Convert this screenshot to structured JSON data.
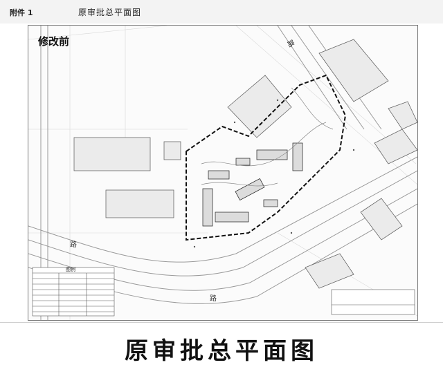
{
  "header": {
    "attachment_label": "附件 1",
    "doc_title": "原审批总平面图"
  },
  "plan": {
    "stage_label": "修改前",
    "legend_title": "图例",
    "road_names": [
      "路",
      "路",
      "路"
    ]
  },
  "caption": "原审批总平面图"
}
